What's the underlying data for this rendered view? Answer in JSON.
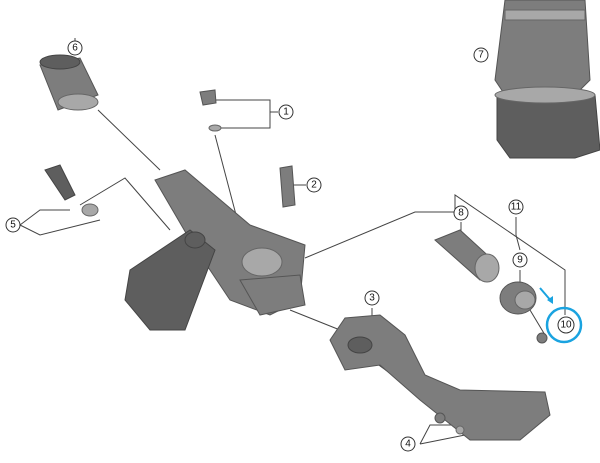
{
  "diagram": {
    "callouts": [
      {
        "id": "6",
        "label": "6"
      },
      {
        "id": "7",
        "label": "7"
      },
      {
        "id": "1",
        "label": "1"
      },
      {
        "id": "2",
        "label": "2"
      },
      {
        "id": "5",
        "label": "5"
      },
      {
        "id": "8",
        "label": "8"
      },
      {
        "id": "11",
        "label": "11"
      },
      {
        "id": "9",
        "label": "9"
      },
      {
        "id": "3",
        "label": "3"
      },
      {
        "id": "10",
        "label": "10"
      },
      {
        "id": "4",
        "label": "4"
      }
    ],
    "highlight": {
      "callout": "10",
      "color": "#1aa3e0"
    }
  }
}
